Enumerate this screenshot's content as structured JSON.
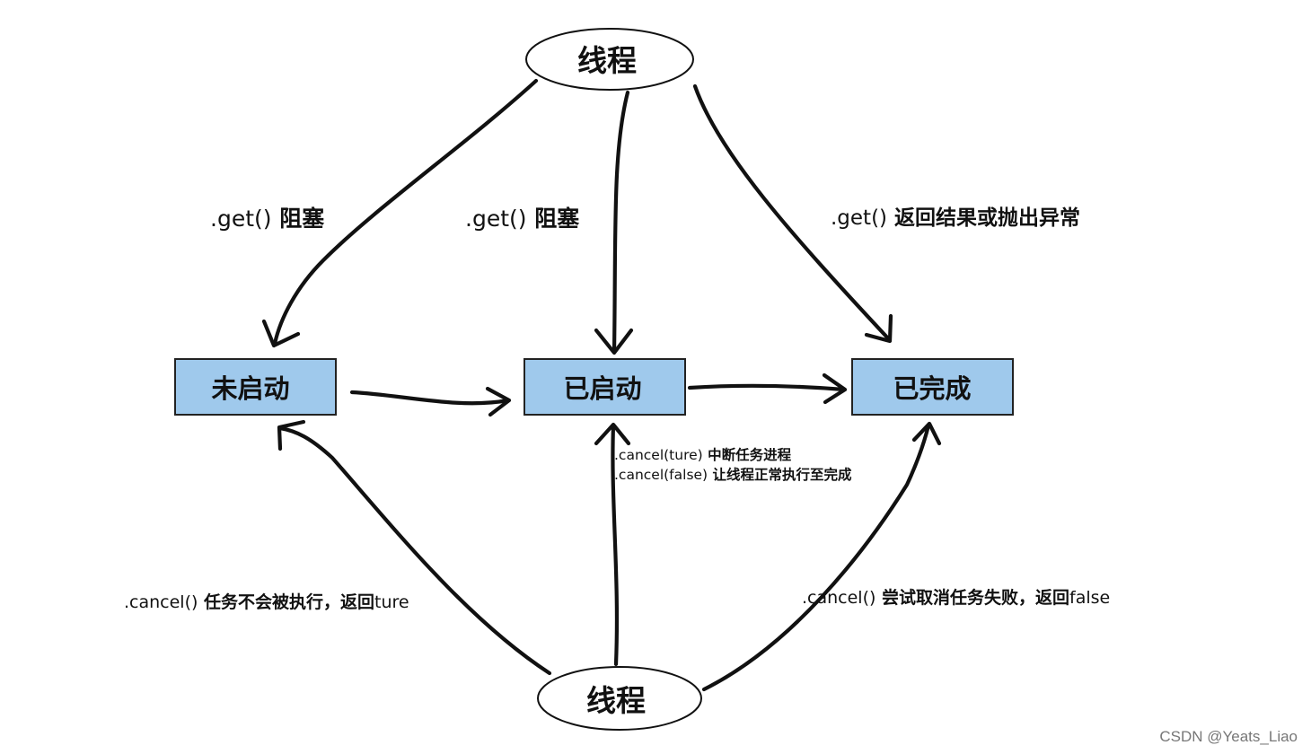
{
  "nodes": {
    "thread_top": "线程",
    "thread_bottom": "线程",
    "not_started": "未启动",
    "started": "已启动",
    "completed": "已完成"
  },
  "edge_labels": {
    "get_not_started": {
      "code": ".get()",
      "text": " 阻塞"
    },
    "get_started": {
      "code": ".get()",
      "text": " 阻塞"
    },
    "get_completed": {
      "code": ".get()",
      "text": " 返回结果或抛出异常"
    },
    "cancel_started_true": {
      "code": ".cancel(ture)",
      "text": " 中断任务进程"
    },
    "cancel_started_false": {
      "code": ".cancel(false)",
      "text": " 让线程正常执行至完成"
    },
    "cancel_not_started": {
      "code": ".cancel()",
      "text": " 任务不会被执行，返回",
      "tail": "ture"
    },
    "cancel_completed": {
      "code": ".cancel()",
      "text": " 尝试取消任务失败，返回",
      "tail": "false"
    }
  },
  "watermark": "CSDN @Yeats_Liao",
  "colors": {
    "box_fill": "#9fc9ec",
    "line": "#111111"
  }
}
